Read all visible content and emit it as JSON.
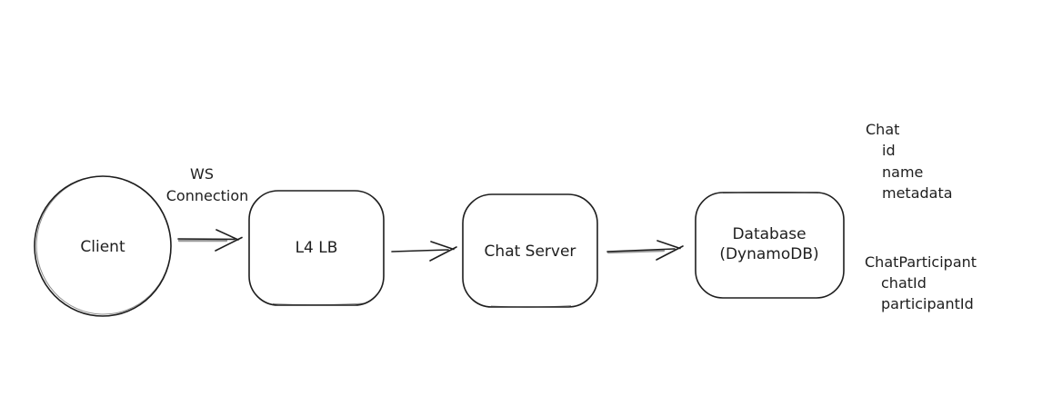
{
  "colors": {
    "stroke": "#1e1e1e",
    "background": "#ffffff",
    "ghost_stroke": "#9b9b9b"
  },
  "nodes": [
    {
      "id": "client",
      "shape": "ellipse",
      "label": "Client"
    },
    {
      "id": "l4-lb",
      "shape": "rounded-rect",
      "label": "L4 LB"
    },
    {
      "id": "chat-server",
      "shape": "rounded-rect",
      "label": "Chat Server"
    },
    {
      "id": "database",
      "shape": "rounded-rect",
      "label": "Database",
      "sublabel": "(DynamoDB)"
    }
  ],
  "edges": [
    {
      "from": "client",
      "to": "l4-lb",
      "label_line1": "WS",
      "label_line2": "Connection"
    },
    {
      "from": "l4-lb",
      "to": "chat-server"
    },
    {
      "from": "chat-server",
      "to": "database"
    }
  ],
  "schemas": [
    {
      "name": "Chat",
      "fields": [
        "id",
        "name",
        "metadata"
      ]
    },
    {
      "name": "ChatParticipant",
      "fields": [
        "chatId",
        "participantId"
      ]
    }
  ]
}
